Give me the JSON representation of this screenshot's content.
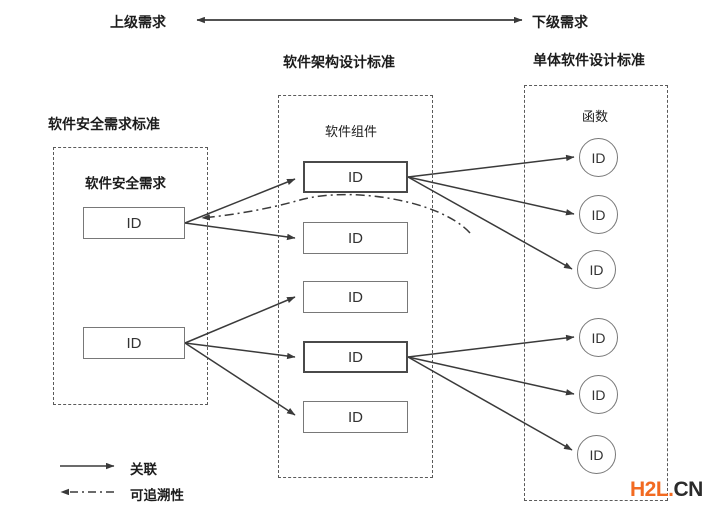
{
  "header": {
    "left_label": "上级需求",
    "right_label": "下级需求",
    "arrow": "double-headed-horizontal-arrow"
  },
  "groups": [
    {
      "id": "requirements",
      "title": "软件安全需求标准",
      "inner_title": "软件安全需求",
      "nodes": [
        {
          "label": "ID",
          "shape": "rect"
        },
        {
          "label": "ID",
          "shape": "rect"
        }
      ]
    },
    {
      "id": "architecture",
      "title": "软件架构设计标准",
      "inner_title": "软件组件",
      "nodes": [
        {
          "label": "ID",
          "shape": "rect",
          "emphasis": true
        },
        {
          "label": "ID",
          "shape": "rect",
          "emphasis": false
        },
        {
          "label": "ID",
          "shape": "rect",
          "emphasis": false
        },
        {
          "label": "ID",
          "shape": "rect",
          "emphasis": true
        },
        {
          "label": "ID",
          "shape": "rect",
          "emphasis": false
        }
      ]
    },
    {
      "id": "unit",
      "title": "单体软件设计标准",
      "inner_title": "函数",
      "nodes": [
        {
          "label": "ID",
          "shape": "circle"
        },
        {
          "label": "ID",
          "shape": "circle"
        },
        {
          "label": "ID",
          "shape": "circle"
        },
        {
          "label": "ID",
          "shape": "circle"
        },
        {
          "label": "ID",
          "shape": "circle"
        },
        {
          "label": "ID",
          "shape": "circle"
        }
      ]
    }
  ],
  "legend": [
    {
      "label": "关联",
      "style": "solid-arrow"
    },
    {
      "label": "可追溯性",
      "style": "dash-dot-arrow-left"
    }
  ],
  "watermark": {
    "orange": "H2L.",
    "dark": "CN"
  },
  "colors": {
    "line": "#3a3a3a",
    "box_border": "#787878",
    "box_border_emphasis": "#4a4a4a",
    "dash_border": "#5a5a5a",
    "text": "#1c1c1c",
    "watermark_orange": "#f26a21",
    "watermark_dark": "#2b2b2b"
  }
}
